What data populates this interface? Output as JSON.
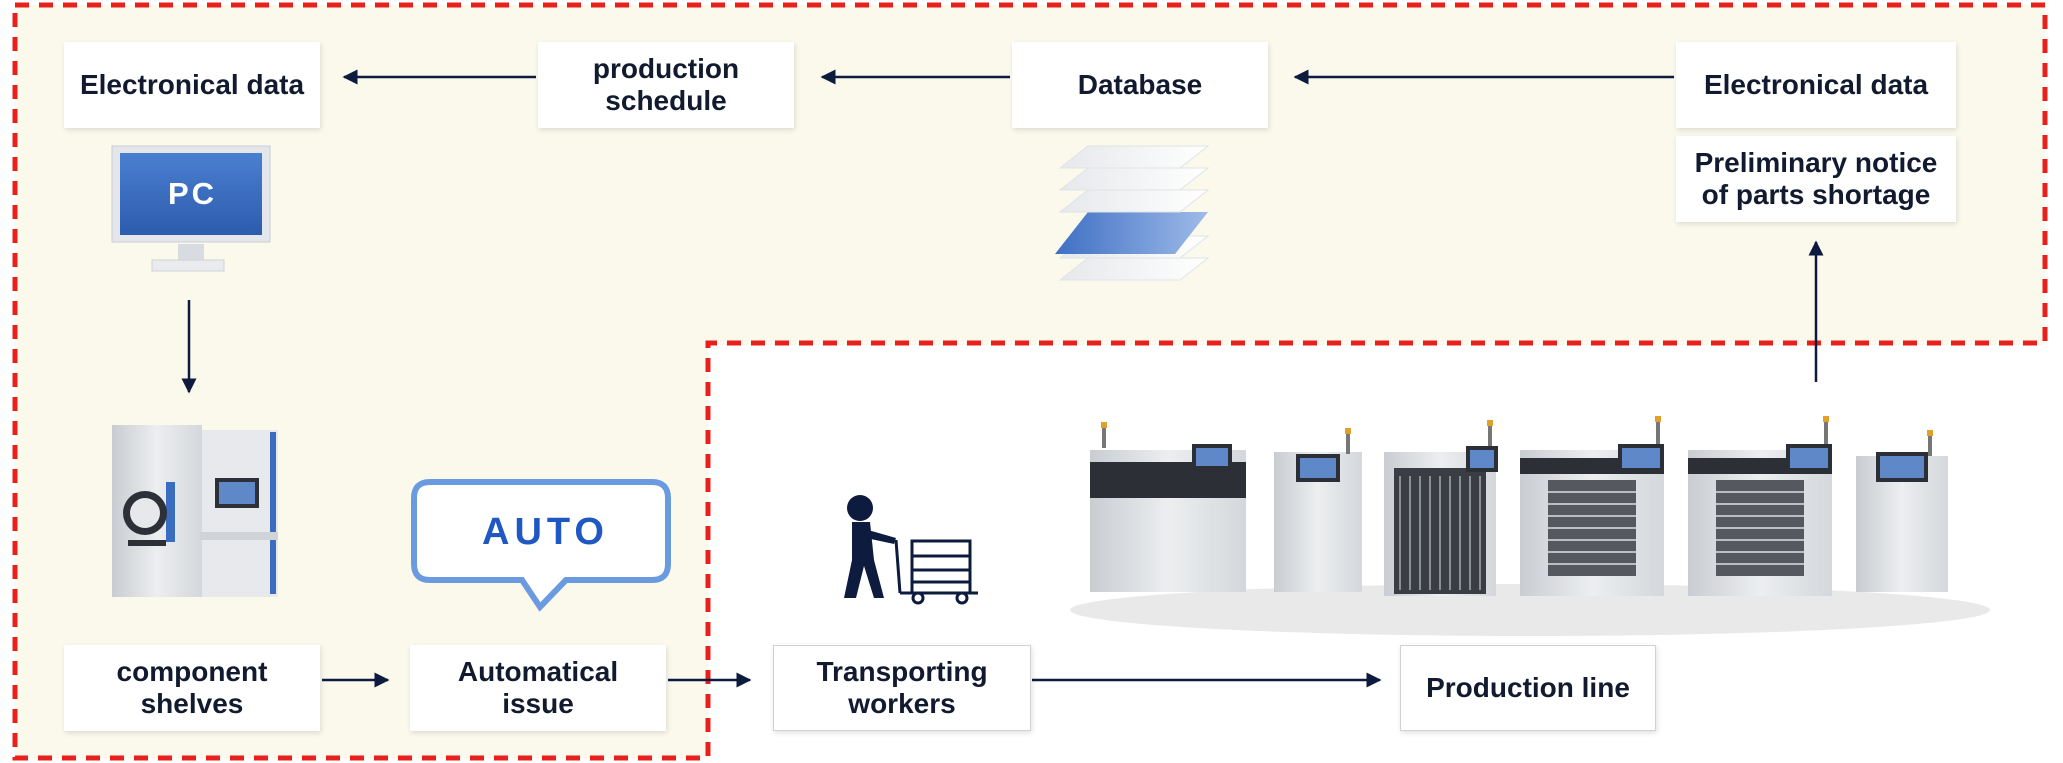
{
  "boxes": {
    "electronical_data_left": "Electronical data",
    "production_schedule": "production\nschedule",
    "database": "Database",
    "electronical_data_right": "Electronical data",
    "preliminary_notice": "Preliminary notice\nof parts shortage",
    "component_shelves": "component\nshelves",
    "automatical_issue": "Automatical\nissue",
    "transporting_workers": "Transporting\nworkers",
    "production_line": "Production line"
  },
  "labels": {
    "pc": "PC",
    "auto": "AUTO"
  },
  "colors": {
    "zone_fill": "#fbf9ec",
    "zone_border": "#e8201c",
    "arrow": "#0d1b3e",
    "accent_blue": "#3a6cc0",
    "auto_text": "#1f57c3"
  },
  "icons": [
    "pc-monitor-icon",
    "database-layers-icon",
    "component-shelf-machine-icon",
    "auto-speech-bubble-icon",
    "worker-with-cart-icon",
    "production-line-machines-icon"
  ]
}
